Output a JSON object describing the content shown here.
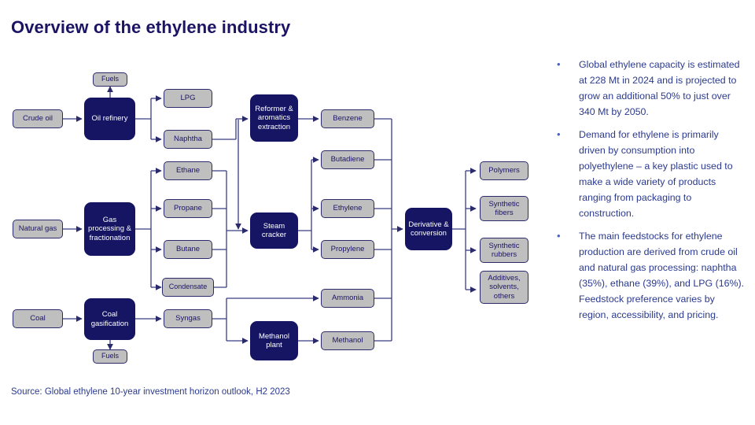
{
  "slide": {
    "title": "Overview of the ethylene industry",
    "source": "Source: Global ethylene 10-year investment horizon outlook, H2 2023"
  },
  "theme": {
    "navy": "#151563",
    "gray": "#bfbfbf",
    "title_color": "#1b1464",
    "text_color": "#2b3a8f",
    "line_color": "#2b2b6b",
    "bullet_color": "#4a63c8",
    "background": "#ffffff"
  },
  "diagram": {
    "nodes": {
      "crude_oil": "Crude oil",
      "natural_gas": "Natural gas",
      "coal": "Coal",
      "oil_refinery": "Oil refinery",
      "gas_processing": "Gas processing & fractionation",
      "coal_gasification": "Coal gasification",
      "fuels_top": "Fuels",
      "fuels_bottom": "Fuels",
      "lpg": "LPG",
      "naphtha": "Naphtha",
      "ethane": "Ethane",
      "propane": "Propane",
      "butane": "Butane",
      "condensate": "Condensate",
      "syngas": "Syngas",
      "reformer": "Reformer & aromatics extraction",
      "steam_cracker": "Steam cracker",
      "methanol_plant": "Methanol plant",
      "benzene": "Benzene",
      "butadiene": "Butadiene",
      "ethylene": "Ethylene",
      "propylene": "Propylene",
      "ammonia": "Ammonia",
      "methanol": "Methanol",
      "derivative": "Derivative & conversion",
      "polymers": "Polymers",
      "synthetic_fibers": "Synthetic fibers",
      "synthetic_rubbers": "Synthetic rubbers",
      "additives": "Additives, solvents, others"
    }
  },
  "panel": {
    "bullets": [
      "Global ethylene capacity is estimated at 228 Mt in 2024 and is projected to grow an additional 50% to just over 340 Mt by 2050.",
      "Demand for ethylene is primarily driven by consumption into polyethylene – a key plastic used to make a wide variety of products ranging from packaging to construction.",
      "The main feedstocks for ethylene production are derived from crude oil and natural gas processing: naphtha (35%), ethane (39%), and LPG (16%). Feedstock preference varies by region, accessibility, and pricing."
    ],
    "bullet_glyph": "•"
  }
}
